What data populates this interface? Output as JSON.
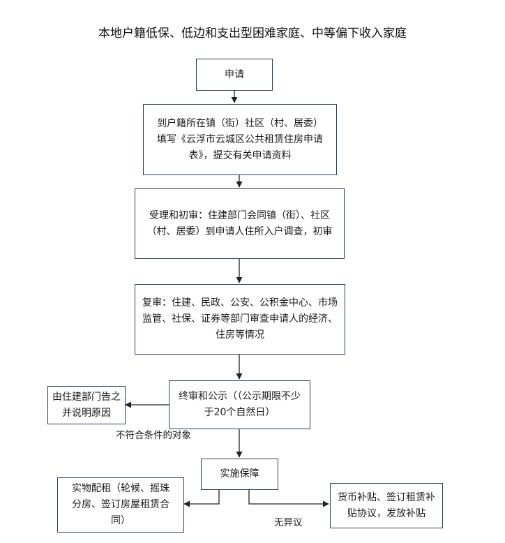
{
  "title": "本地户籍低保、低边和支出型困难家庭、中等偏下收入家庭",
  "nodes": {
    "apply": "申请",
    "submit": "到户籍所在镇（街）社区（村、居委）填写《云浮市云城区公共租赁住房申请表》，提交有关申请资料",
    "initial_review": "受理和初审：住建部门会同镇（街）、社区（村、居委）到申请人住所入户调查，初审",
    "second_review": "复审：住建、民政、公安、公积金中心、市场监管、社保、证券等部门审查申请人的经济、住房等情况",
    "final_review": "终审和公示（（公示期限不少于20个自然日）",
    "reject_notice": "由住建部门告之并说明原因",
    "implement": "实施保障",
    "physical_rental": "实物配租（轮候、摇珠分房、签订房屋租赁合同）",
    "monetary_subsidy": "货币补贴、签订租赁补贴协议，发放补贴"
  },
  "edge_labels": {
    "not_qualified": "不符合条件的对象",
    "no_objection": "无异议"
  },
  "colors": {
    "border": "#2b3f5c",
    "arrow": "#222222"
  }
}
